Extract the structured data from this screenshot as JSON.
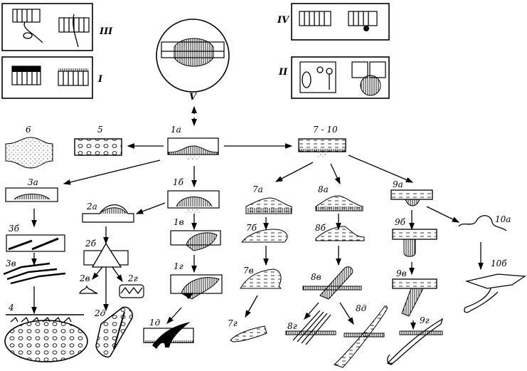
{
  "figure": {
    "panels": {
      "III": "III",
      "I": "I",
      "IV": "IV",
      "II": "II",
      "V": "V"
    },
    "stages": [
      {
        "id": "s6",
        "label": "6"
      },
      {
        "id": "s5",
        "label": "5"
      },
      {
        "id": "s1a",
        "label": "1a"
      },
      {
        "id": "s7-10",
        "label": "7 - 10"
      },
      {
        "id": "s3a",
        "label": "3a"
      },
      {
        "id": "s2a",
        "label": "2a"
      },
      {
        "id": "s1b",
        "label": "1б"
      },
      {
        "id": "s7a",
        "label": "7a"
      },
      {
        "id": "s8a",
        "label": "8a"
      },
      {
        "id": "s9a",
        "label": "9a"
      },
      {
        "id": "s3b",
        "label": "3б"
      },
      {
        "id": "s2b",
        "label": "2б"
      },
      {
        "id": "s1v",
        "label": "1в"
      },
      {
        "id": "s7b",
        "label": "7б"
      },
      {
        "id": "s8b",
        "label": "8б"
      },
      {
        "id": "s9b",
        "label": "9б"
      },
      {
        "id": "s10a",
        "label": "10a"
      },
      {
        "id": "s3v",
        "label": "3в"
      },
      {
        "id": "s2v",
        "label": "2в"
      },
      {
        "id": "s2g",
        "label": "2г"
      },
      {
        "id": "s1g",
        "label": "1г"
      },
      {
        "id": "s7v",
        "label": "7в"
      },
      {
        "id": "s8v",
        "label": "8в"
      },
      {
        "id": "s9v",
        "label": "9в"
      },
      {
        "id": "s10b",
        "label": "10б"
      },
      {
        "id": "s4",
        "label": "4"
      },
      {
        "id": "s2d",
        "label": "2д"
      },
      {
        "id": "s1d",
        "label": "1д"
      },
      {
        "id": "s7g",
        "label": "7г"
      },
      {
        "id": "s8g",
        "label": "8г"
      },
      {
        "id": "s8d",
        "label": "8д"
      },
      {
        "id": "s9g",
        "label": "9г"
      }
    ]
  }
}
